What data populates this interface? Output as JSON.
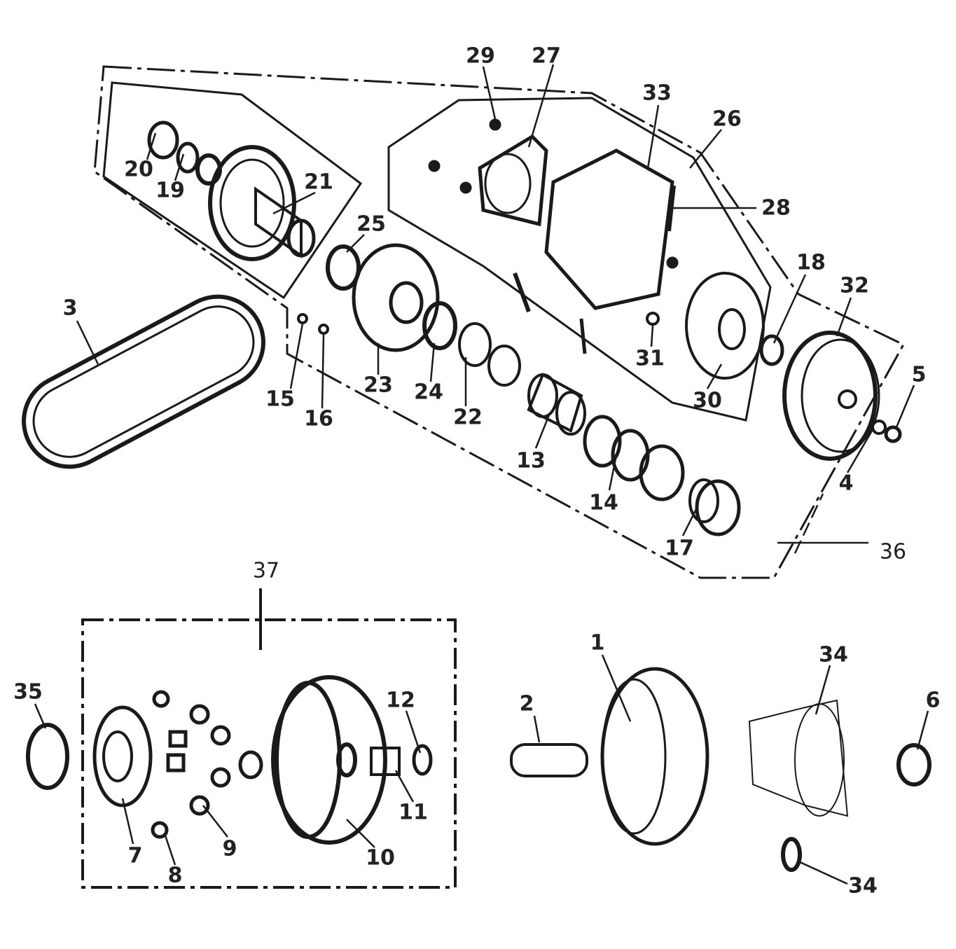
{
  "diagram": {
    "type": "exploded-parts-diagram",
    "labels": [
      "29",
      "27",
      "33",
      "26",
      "28",
      "20",
      "19",
      "21",
      "25",
      "3",
      "18",
      "32",
      "5",
      "31",
      "30",
      "23",
      "24",
      "22",
      "15",
      "16",
      "13",
      "14",
      "4",
      "17",
      "36",
      "37",
      "35",
      "12",
      "2",
      "1",
      "34",
      "6",
      "11",
      "9",
      "7",
      "8",
      "10",
      "34"
    ],
    "line_color": "#1a1a1a"
  }
}
